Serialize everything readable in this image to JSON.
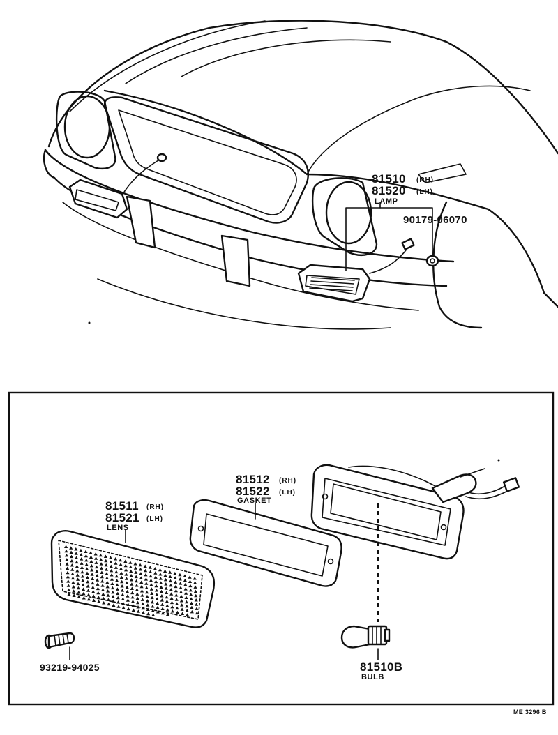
{
  "overview": {
    "lamp": {
      "pn_rh": "81510",
      "side_rh": "(RH)",
      "pn_lh": "81520",
      "side_lh": "(LH)",
      "name": "LAMP"
    },
    "nut": {
      "pn": "90179-06070"
    }
  },
  "detail": {
    "lens": {
      "pn_rh": "81511",
      "side_rh": "(RH)",
      "pn_lh": "81521",
      "side_lh": "(LH)",
      "name": "LENS"
    },
    "gasket": {
      "pn_rh": "81512",
      "side_rh": "(RH)",
      "pn_lh": "81522",
      "side_lh": "(LH)",
      "name": "GASKET"
    },
    "bulb": {
      "pn": "81510B",
      "name": "BULB"
    },
    "screw": {
      "pn": "93219-94025"
    }
  },
  "footer": {
    "ref": "ME 3296 B"
  }
}
